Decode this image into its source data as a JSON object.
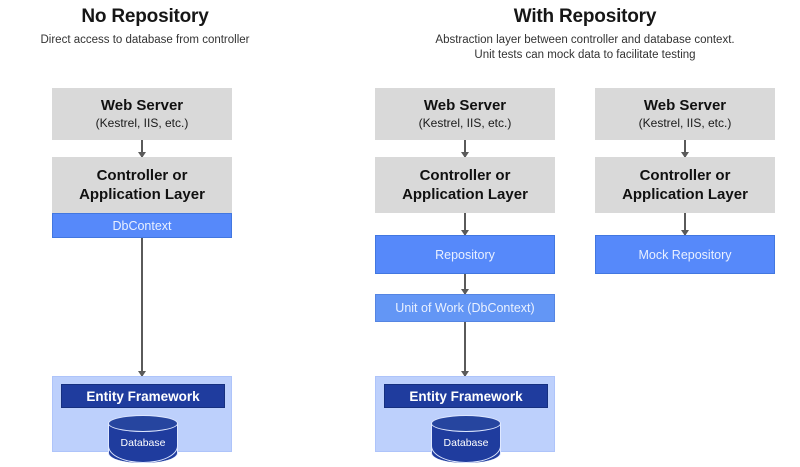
{
  "diagram": {
    "title_left": "No Repository",
    "subtitle_left": "Direct access to database from controller",
    "title_right": "With Repository",
    "subtitle_right_line1": "Abstraction layer between controller and database context.",
    "subtitle_right_line2": "Unit tests can mock data to facilitate testing"
  },
  "labels": {
    "web_server": "Web Server",
    "web_server_sub": "(Kestrel, IIS, etc.)",
    "controller_line1": "Controller or",
    "controller_line2": "Application Layer",
    "dbcontext": "DbContext",
    "repository": "Repository",
    "mock_repository": "Mock Repository",
    "unit_of_work": "Unit of Work (DbContext)",
    "entity_framework": "Entity Framework",
    "database": "Database"
  },
  "colors": {
    "gray_box": "#d9d9d9",
    "blue_box": "#5689fa",
    "blue_soft_box": "#6396f5",
    "navy_box": "#1f3c9e",
    "light_blue_container": "#bdd0fc",
    "arrow": "#5a5a5a",
    "page_background": "#ffffff"
  },
  "columns": [
    {
      "id": "no-repository",
      "nodes": [
        "web_server",
        "controller",
        "dbcontext",
        "entity_framework",
        "database"
      ]
    },
    {
      "id": "with-repository",
      "nodes": [
        "web_server",
        "controller",
        "repository",
        "unit_of_work",
        "entity_framework",
        "database"
      ]
    },
    {
      "id": "with-mock-repository",
      "nodes": [
        "web_server",
        "controller",
        "mock_repository"
      ]
    }
  ]
}
